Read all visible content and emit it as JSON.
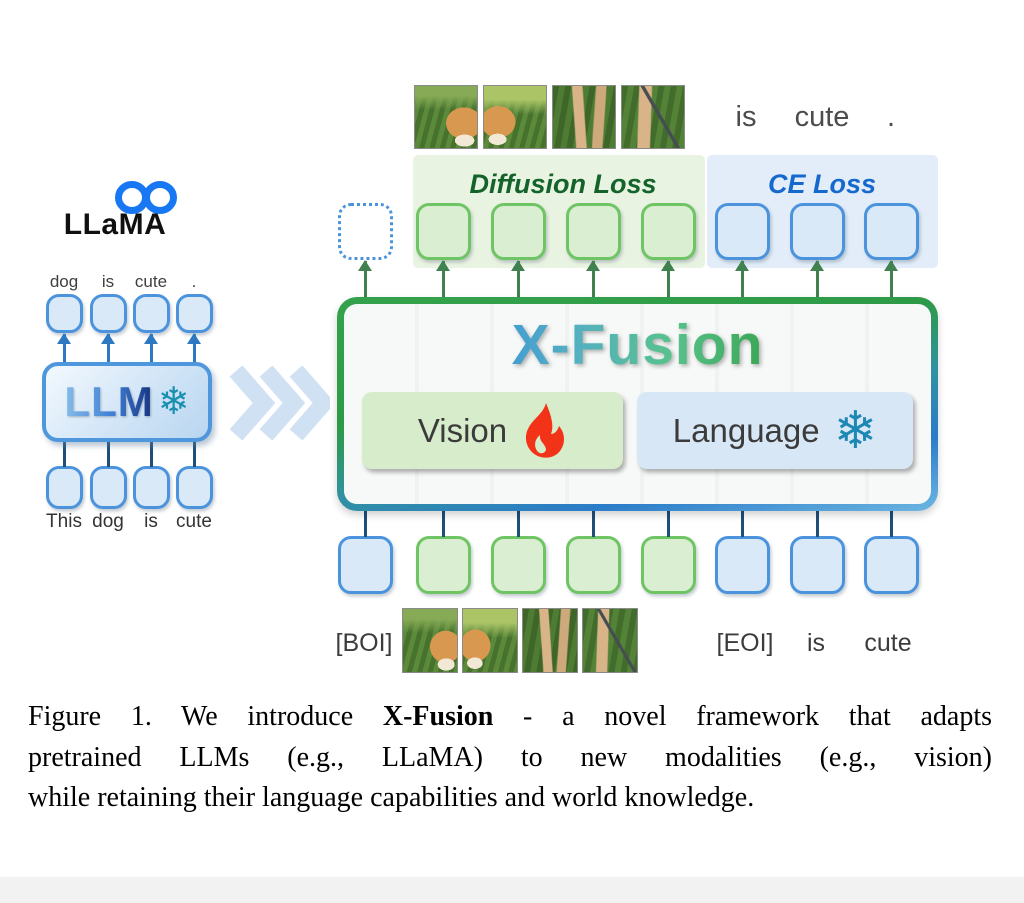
{
  "left_panel": {
    "logo_label": "LLaMA",
    "top_words": [
      "dog",
      "is",
      "cute",
      "."
    ],
    "llm_label": "LLM",
    "bottom_words": [
      "This",
      "dog",
      "is",
      "cute"
    ],
    "output_tokens": [
      "text",
      "text",
      "text",
      "text"
    ],
    "input_tokens": [
      "text",
      "text",
      "text",
      "text"
    ]
  },
  "xfusion": {
    "title": "X-Fusion",
    "diffusion_loss_label": "Diffusion Loss",
    "ce_loss_label": "CE Loss",
    "vision_label": "Vision",
    "language_label": "Language",
    "top_words": [
      "is",
      "cute",
      "."
    ],
    "bottom_words": [
      "[BOI]",
      "[EOI]",
      "is",
      "cute"
    ],
    "output_tokens": [
      "masked",
      "image",
      "image",
      "image",
      "image",
      "text",
      "text",
      "text"
    ],
    "input_tokens": [
      "text",
      "image",
      "image",
      "image",
      "image",
      "text",
      "text",
      "text"
    ]
  },
  "icons": {
    "snowflake_char": "❄",
    "flame": "flame-icon",
    "meta_logo": "meta-infinity-logo",
    "chevrons": "triple-chevron-right"
  },
  "caption": {
    "line1_prefix": "Figure 1. We introduce ",
    "line1_bold": "X-Fusion",
    "line1_suffix": " - a novel framework that adapts",
    "line2": "pretrained LLMs (e.g., LLaMA) to new modalities (e.g., vision)",
    "line3": "while retaining their language capabilities and world knowledge."
  },
  "colors": {
    "image_token_border": "#6fc564",
    "image_token_fill": "#daefd2",
    "text_token_border": "#4b94dd",
    "text_token_fill": "#d9e9f7",
    "diffusion_panel_bg": "#e9f3e2",
    "ce_panel_bg": "#e2edf9",
    "diffusion_label_color": "#14632b",
    "ce_label_color": "#1569cd",
    "green_arrow": "#41804f",
    "blue_arrow": "#2e78c2",
    "navy_line": "#1f4e79",
    "meta_blue": "#1877f2",
    "snowflake_teal": "#1e88b5",
    "flame_red": "#f23318"
  }
}
